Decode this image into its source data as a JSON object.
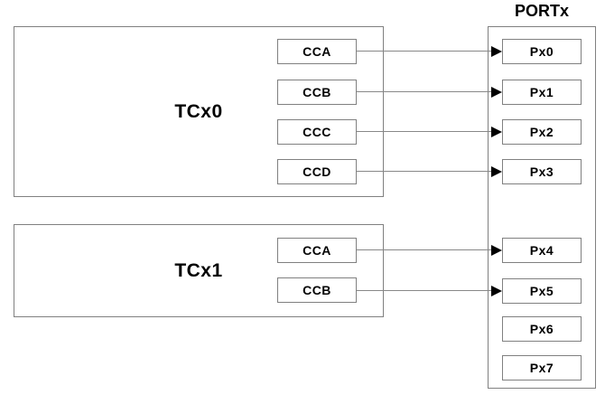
{
  "diagram": {
    "title": "PORTx",
    "timers": [
      {
        "name": "TCx0",
        "channels": [
          "CCA",
          "CCB",
          "CCC",
          "CCD"
        ]
      },
      {
        "name": "TCx1",
        "channels": [
          "CCA",
          "CCB"
        ]
      }
    ],
    "port": {
      "pins": [
        "Px0",
        "Px1",
        "Px2",
        "Px3",
        "Px4",
        "Px5",
        "Px6",
        "Px7"
      ]
    },
    "connections": [
      {
        "from": "TCx0.CCA",
        "to": "Px0"
      },
      {
        "from": "TCx0.CCB",
        "to": "Px1"
      },
      {
        "from": "TCx0.CCC",
        "to": "Px2"
      },
      {
        "from": "TCx0.CCD",
        "to": "Px3"
      },
      {
        "from": "TCx1.CCA",
        "to": "Px4"
      },
      {
        "from": "TCx1.CCB",
        "to": "Px5"
      }
    ],
    "colors": {
      "border": "#808080",
      "arrow_line": "#888888",
      "arrowhead": "#000000",
      "text": "#000000",
      "background": "#ffffff"
    }
  }
}
